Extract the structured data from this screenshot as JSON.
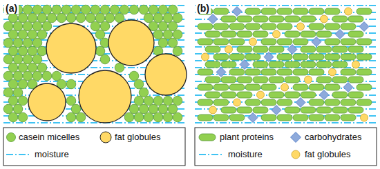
{
  "diagram": {
    "labels": [
      "(a)",
      "(b)"
    ],
    "legend": [
      {
        "text": "casein micelles"
      },
      {
        "text": "fat globules"
      },
      {
        "text": "moisture"
      },
      {
        "text": "plant proteins"
      },
      {
        "text": "carbohydrates"
      },
      {
        "text": "moisture"
      },
      {
        "text": "fat globules"
      }
    ]
  }
}
